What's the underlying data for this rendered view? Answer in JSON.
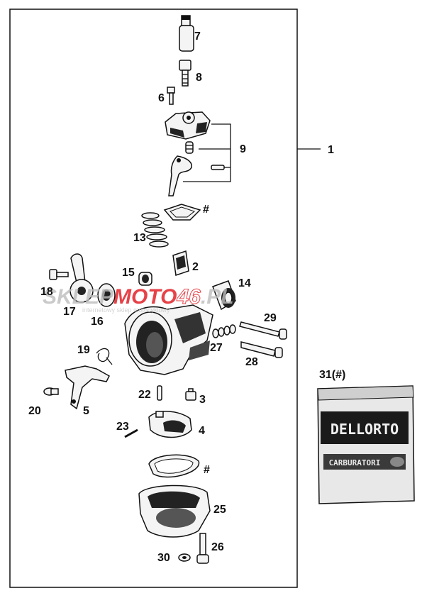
{
  "labels": {
    "l1": "1",
    "l2": "2",
    "l3": "3",
    "l4": "4",
    "l5": "5",
    "l6": "6",
    "l7": "7",
    "l8": "8",
    "l9": "9",
    "l13": "13",
    "l14": "14",
    "l15": "15",
    "l16": "16",
    "l17": "17",
    "l18": "18",
    "l19": "19",
    "l20": "20",
    "l22": "22",
    "l23": "23",
    "l25": "25",
    "l26": "26",
    "l27": "27",
    "l28": "28",
    "l29": "29",
    "l30": "30",
    "hash_top": "#",
    "hash_bottom": "#",
    "l31": "31(#)"
  },
  "watermark": {
    "brand_a": "SKLEP",
    "brand_b": "MOTO",
    "brand_c": "46",
    "brand_d": ".PL",
    "tagline": "internetowy sklep motocyklowy"
  },
  "bag_text": {
    "brand": "DELLORTO",
    "sub": "CARBURATORI"
  },
  "colors": {
    "watermark_red": "#e0141b",
    "watermark_gray": "#bdbdbd"
  }
}
